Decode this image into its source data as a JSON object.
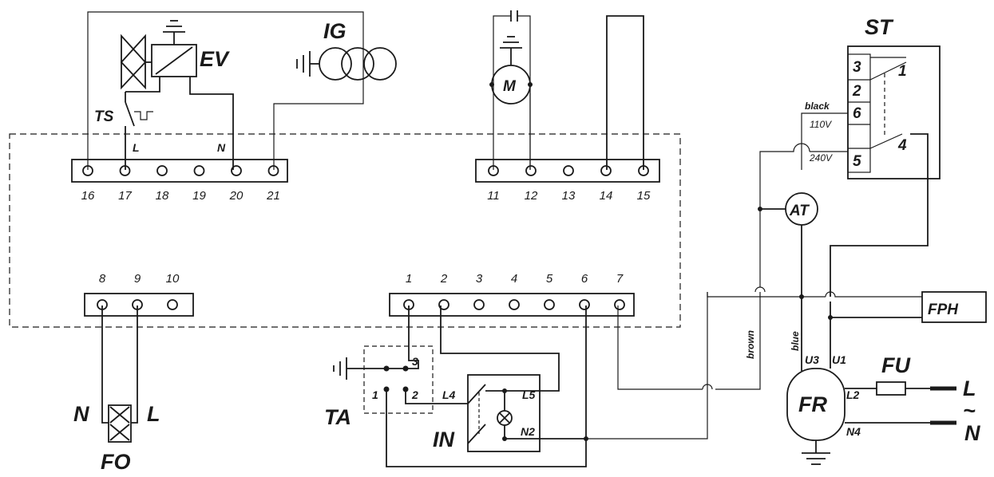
{
  "labels": {
    "ev": "EV",
    "ig": "IG",
    "ts": "TS",
    "ts_l": "L",
    "ts_n": "N",
    "motor": "M",
    "st": "ST",
    "at": "AT",
    "fph": "FPH",
    "fu": "FU",
    "fr": "FR",
    "ta": "TA",
    "in": "IN",
    "fo": "FO",
    "fo_n": "N",
    "fo_l": "L",
    "supply_l": "L",
    "supply_n": "N",
    "supply_ac": "~",
    "fr_u3": "U3",
    "fr_u1": "U1",
    "fr_l2": "L2",
    "fr_n4": "N4",
    "in_l4": "L4",
    "in_l5": "L5",
    "in_n2": "N2",
    "ta_1": "1",
    "ta_2": "2",
    "ta_3": "3",
    "wire_black": "black",
    "wire_brown": "brown",
    "wire_blue": "blue",
    "v110": "110V",
    "v240": "240V",
    "st_1": "1",
    "st_2": "2",
    "st_3": "3",
    "st_4": "4",
    "st_5": "5",
    "st_6": "6"
  },
  "terminals": {
    "block_a": [
      "16",
      "17",
      "18",
      "19",
      "20",
      "21"
    ],
    "block_b": [
      "11",
      "12",
      "13",
      "14",
      "15"
    ],
    "block_c": [
      "8",
      "9",
      "10"
    ],
    "block_d": [
      "1",
      "2",
      "3",
      "4",
      "5",
      "6",
      "7"
    ]
  }
}
